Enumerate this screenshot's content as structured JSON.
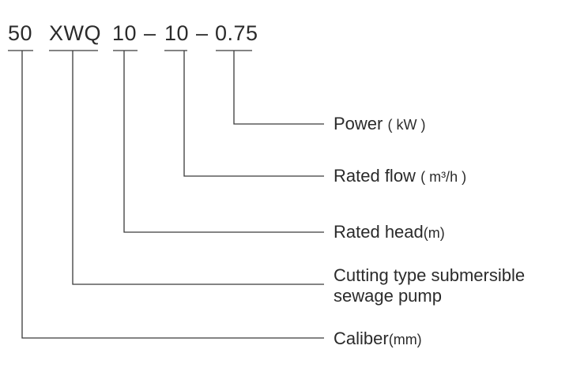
{
  "model_code": {
    "caliber": "50",
    "type": "XWQ",
    "head": "10",
    "flow": "10",
    "power": "0.75",
    "separator": "–"
  },
  "labels": {
    "power": {
      "name": "Power",
      "unit": "( kW )"
    },
    "flow": {
      "name": "Rated flow",
      "unit": "( m³/h )"
    },
    "head": {
      "name": "Rated head",
      "unit": "(m)"
    },
    "type": {
      "line1": "Cutting type submersible",
      "line2": "sewage pump"
    },
    "caliber": {
      "name": "Caliber",
      "unit": "(mm)"
    }
  },
  "colors": {
    "text": "#2b2b2b",
    "line": "#3a3a3a"
  }
}
